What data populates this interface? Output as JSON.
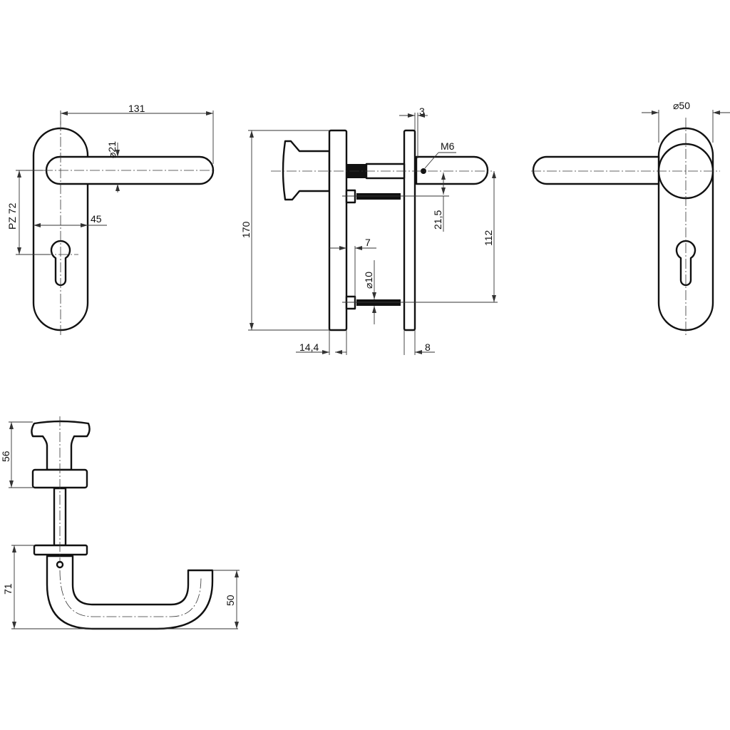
{
  "drawing": {
    "front_view": {
      "width_131": "131",
      "diameter_21": "⌀21",
      "offset_45": "45",
      "pz_72": "PZ 72"
    },
    "side_view": {
      "height_170": "170",
      "gap_3": "3",
      "thread_m6": "M6",
      "offset_21_5": "21,5",
      "spacing_112": "112",
      "depth_7": "7",
      "diameter_10": "⌀10",
      "plate_14_4": "14,4",
      "plate_8": "8"
    },
    "rear_view": {
      "diameter_50": "⌀50"
    },
    "top_view": {
      "knob_56": "56",
      "lever_71": "71",
      "lever_50": "50"
    }
  },
  "colors": {
    "line": "#111111",
    "background": "#ffffff"
  }
}
